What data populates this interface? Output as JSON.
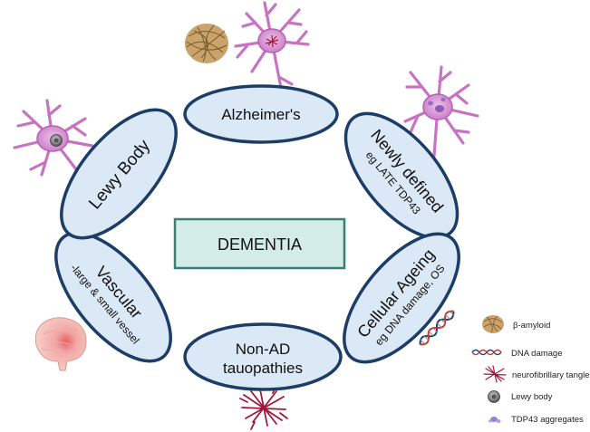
{
  "center": {
    "label": "DEMENTIA"
  },
  "nodes": {
    "alzheimers": {
      "label": "Alzheimer's"
    },
    "newly_defined": {
      "label": "Newly defined",
      "sublabel": "eg LATE TDP43"
    },
    "cellular_ageing": {
      "label": "Cellular Ageing",
      "sublabel": "eg DNA damage, OS"
    },
    "non_ad": {
      "label_line1": "Non-AD",
      "label_line2": "tauopathies"
    },
    "vascular": {
      "label": "Vascular",
      "sublabel": "-large & small vessel"
    },
    "lewy_body": {
      "label": "Lewy Body"
    }
  },
  "legend": {
    "beta_amyloid": "β-amyloid",
    "dna_damage": "DNA damage",
    "tangle": "neurofibrillary tangle",
    "lewy_body": "Lewy body",
    "tdp43": "TDP43 aggregates"
  },
  "colors": {
    "oval_fill": "#dbe8f6",
    "oval_stroke": "#1c3d66",
    "center_fill": "#d3ece7",
    "center_stroke": "#3a7f6f",
    "neuron": "#d68bd2",
    "amyloid": "#a98148",
    "tangle": "#a0173c"
  }
}
